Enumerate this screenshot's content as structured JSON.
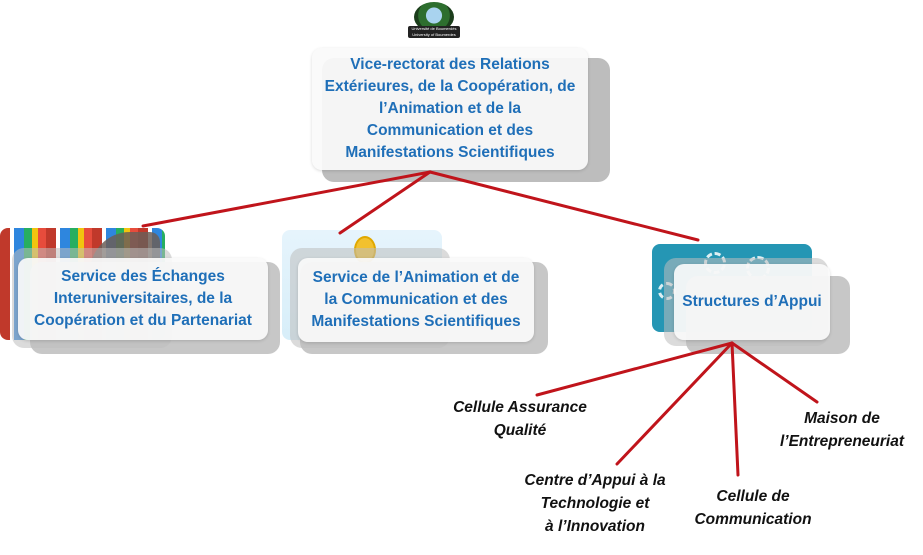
{
  "logo": {
    "name": "university-logo",
    "caption_line1": "Université de Boumerdès",
    "caption_line2": "University of Boumerdes"
  },
  "root": {
    "label": "Vice-rectorat des Relations Extérieures, de la Coopération, de l’Animation et de la Communication et des Manifestations Scientifiques",
    "lines": [
      "Vice-rectorat des Relations",
      "Extérieures, de la Coopération, de",
      "l’Animation et de la",
      "Communication et des",
      "Manifestations Scientifiques"
    ]
  },
  "services": [
    {
      "lines": [
        "Service des Échanges",
        "Interuniversitaires, de la",
        "Coopération et du Partenariat"
      ],
      "background": "flags-image"
    },
    {
      "lines": [
        "Service de l’Animation et de",
        "la Communication et des",
        "Manifestations Scientifiques"
      ],
      "background": "communication-illustration"
    },
    {
      "lines": [
        "Structures d’Appui"
      ],
      "background": "gears-image"
    }
  ],
  "support_structures": [
    {
      "lines": [
        "Cellule Assurance",
        "Qualité"
      ]
    },
    {
      "lines": [
        "Centre d’Appui à la",
        "Technologie et",
        "à l’Innovation"
      ]
    },
    {
      "lines": [
        "Cellule de",
        "Communication"
      ]
    },
    {
      "lines": [
        "Maison de",
        "l’Entrepreneuriat"
      ]
    }
  ],
  "colors": {
    "node_text": "#1f6fb8",
    "connector": "#c0141b",
    "leaf_text": "#111111",
    "card_shadow": "#bdbdbd"
  }
}
